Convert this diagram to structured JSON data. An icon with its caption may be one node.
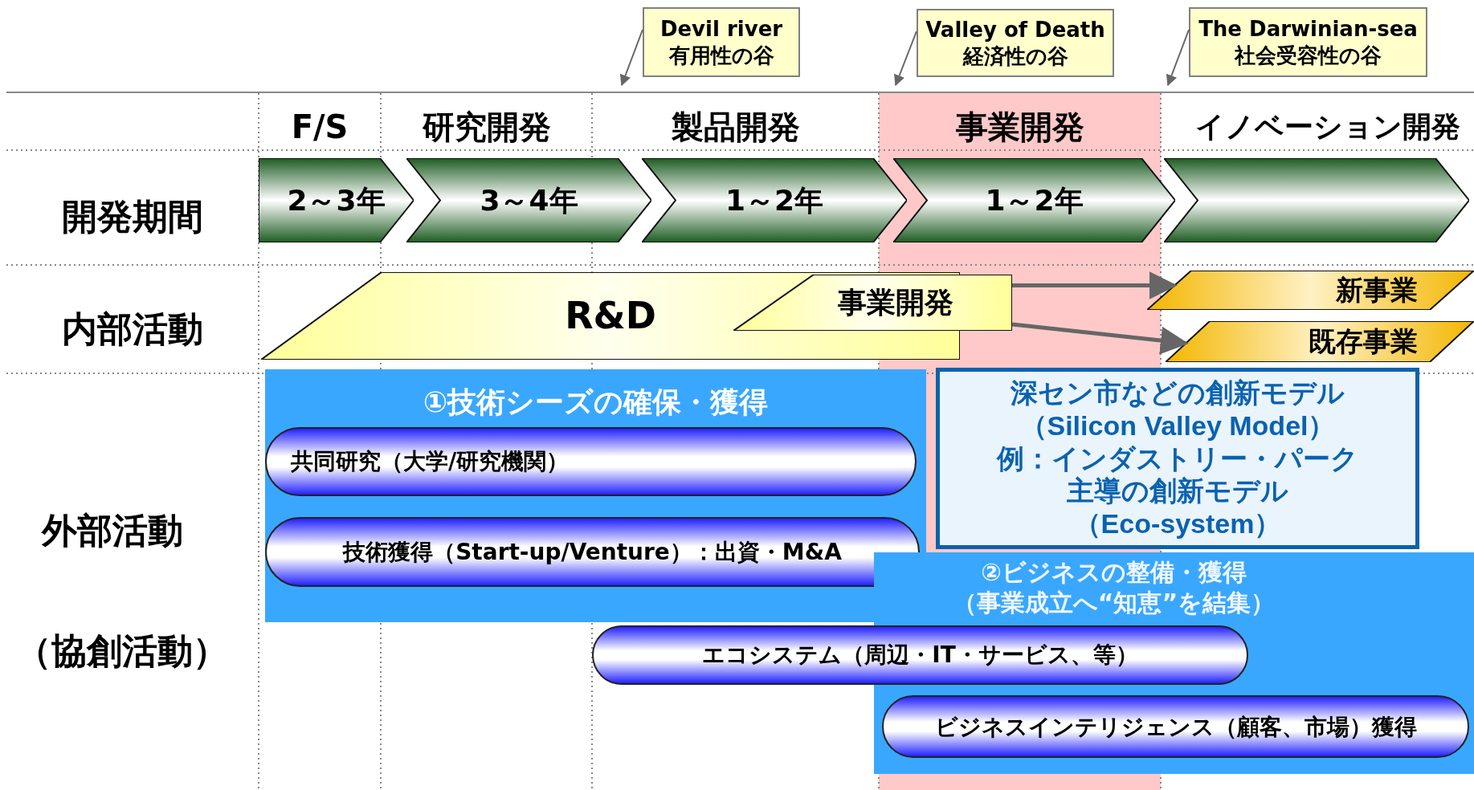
{
  "diagram": {
    "nodes": [
      {
        "text": [
          "Devil river",
          "有用性の谷"
        ]
      },
      {
        "text": [
          "Valley of Death",
          "経済性の谷"
        ]
      },
      {
        "text": [
          "The Darwinian-sea",
          "社会受容性の谷"
        ]
      },
      {
        "text": [
          "2～3年"
        ]
      },
      {
        "text": [
          "3～4年"
        ]
      },
      {
        "text": [
          "1～2年"
        ]
      },
      {
        "text": [
          "1～2年"
        ]
      },
      {
        "text": [],
        "shape": "chevron"
      },
      {
        "text": [
          "R&D"
        ]
      },
      {
        "text": [
          "事業開発"
        ]
      },
      {
        "text": [
          "新事業"
        ]
      },
      {
        "text": [
          "既存事業"
        ]
      },
      {
        "text": [
          "深セン市などの創新モデル",
          "（Silicon Valley Model）",
          "例：インダストリー・パーク主導の創新モデル",
          "（Eco-system）"
        ]
      },
      {
        "text": [
          "①技術シーズの確保・獲得"
        ]
      },
      {
        "text": [
          "共同研究（大学/研究機関）"
        ],
        "in": 13
      },
      {
        "text": [
          "技術獲得（Start-up/Venture）：出資・M&A"
        ],
        "in": 13
      },
      {
        "text": [
          "エコシステム（周辺・IT・サービス、等）"
        ]
      },
      {
        "text": [
          "②ビジネスの整備・獲得",
          "（事業成立へ“知恵”を結集）"
        ]
      },
      {
        "text": [
          "ビジネスインテリジェンス（顧客、市場）獲得"
        ],
        "in": 17
      }
    ],
    "edges": [
      {
        "from": 0,
        "to": null,
        "arrow": "to"
      },
      {
        "from": 1,
        "to": null,
        "arrow": "to"
      },
      {
        "from": 2,
        "to": null,
        "arrow": "to"
      },
      {
        "from": 9,
        "to": 10,
        "arrow": "to",
        "style": "thick"
      },
      {
        "from": 9,
        "to": 11,
        "arrow": "to",
        "style": "thick"
      }
    ],
    "labels": [
      "F/S",
      "研究開発",
      "製品開発",
      "事業開発",
      "イノベーション開発",
      "開発期間",
      "内部活動",
      "外部活動",
      "（協創活動）"
    ]
  }
}
